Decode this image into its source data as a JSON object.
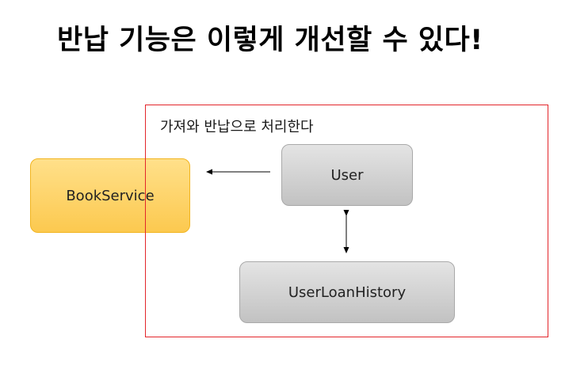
{
  "title": "반납 기능은 이렇게 개선할 수 있다!",
  "frame": {
    "caption": "가져와 반납으로 처리한다",
    "border_color": "#e3262b"
  },
  "nodes": {
    "book_service": {
      "label": "BookService",
      "color": "#fcc94f"
    },
    "user": {
      "label": "User",
      "color": "#c9c9c9"
    },
    "user_loan_history": {
      "label": "UserLoanHistory",
      "color": "#c9c9c9"
    }
  },
  "connectors": [
    {
      "from": "User",
      "to": "BookService",
      "style": "single-arrow"
    },
    {
      "from": "User",
      "to": "UserLoanHistory",
      "style": "double-arrow"
    }
  ]
}
